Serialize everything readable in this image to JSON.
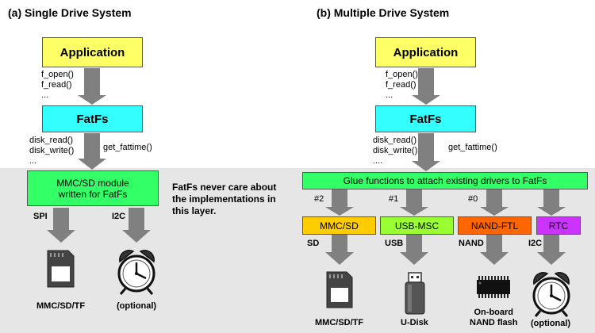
{
  "colors": {
    "application": "#ffff66",
    "fatfs": "#33ffff",
    "module": "#33ff66",
    "mmcsd": "#ffcc00",
    "usbmsc": "#99ff33",
    "nandftl": "#ff6600",
    "rtc": "#cc33ff",
    "arrow": "#808080",
    "lower_layer": "#e6e6e6"
  },
  "single": {
    "title": "(a) Single Drive System",
    "application": "Application",
    "fatfs": "FatFs",
    "app_calls": [
      "f_open()",
      "f_read()",
      "..."
    ],
    "disk_calls": [
      "disk_read()",
      "disk_write()",
      "..."
    ],
    "get_fattime": "get_fattime()",
    "module_line1": "MMC/SD module",
    "module_line2": "written for FatFs",
    "spi": "SPI",
    "i2c": "I2C",
    "card_caption": "MMC/SD/TF",
    "clock_caption": "(optional)"
  },
  "note": {
    "line1": "FatFs never care about",
    "line2": "the implementations in",
    "line3": "this layer."
  },
  "multi": {
    "title": "(b) Multiple Drive System",
    "application": "Application",
    "fatfs": "FatFs",
    "app_calls": [
      "f_open()",
      "f_read()",
      "..."
    ],
    "disk_calls": [
      "disk_read()",
      "disk_write()",
      "...."
    ],
    "get_fattime": "get_fattime()",
    "glue": "Glue functions to attach existing drivers to FatFs",
    "drives": [
      {
        "num": "#2",
        "name": "MMC/SD",
        "bus": "SD",
        "caption": "MMC/SD/TF"
      },
      {
        "num": "#1",
        "name": "USB-MSC",
        "bus": "USB",
        "caption": "U-Disk"
      },
      {
        "num": "#0",
        "name": "NAND-FTL",
        "bus": "NAND",
        "caption_line1": "On-board",
        "caption_line2": "NAND flash"
      },
      {
        "num": "",
        "name": "RTC",
        "bus": "I2C",
        "caption": "(optional)"
      }
    ]
  },
  "icons": [
    "sd-card-icon",
    "alarm-clock-icon",
    "usb-stick-icon",
    "chip-icon"
  ]
}
